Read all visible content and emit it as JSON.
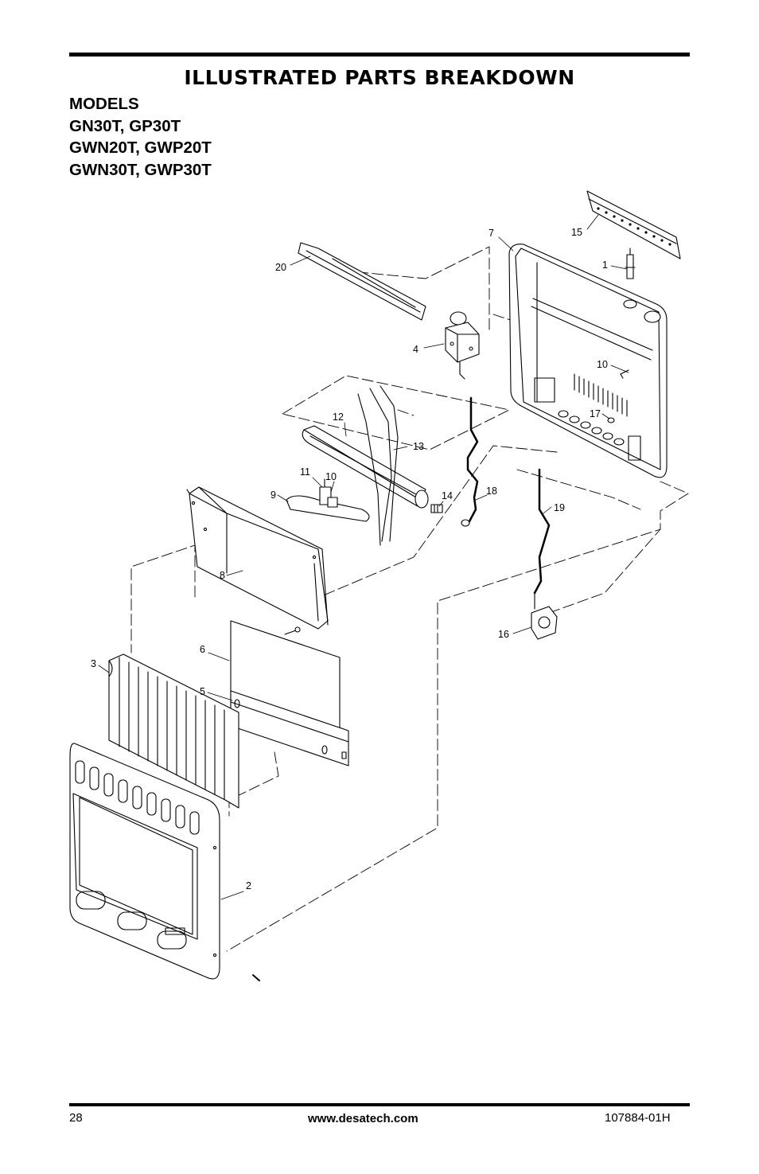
{
  "header": {
    "title": "ILLUSTRATED PARTS BREAKDOWN",
    "models_label": "MODELS",
    "models": [
      "GN30T, GP30T",
      "GWN20T, GWP20T",
      "GWN30T, GWP30T"
    ]
  },
  "callouts": {
    "c1": "1",
    "c2": "2",
    "c3": "3",
    "c4": "4",
    "c5": "5",
    "c6": "6",
    "c7": "7",
    "c8": "8",
    "c9": "9",
    "c10a": "10",
    "c10b": "10",
    "c11": "11",
    "c12": "12",
    "c13": "13",
    "c14": "14",
    "c15": "15",
    "c16": "16",
    "c17": "17",
    "c18": "18",
    "c19": "19",
    "c20": "20"
  },
  "footer": {
    "page_number": "28",
    "website": "www.desatech.com",
    "doc_number": "107884-01H"
  }
}
